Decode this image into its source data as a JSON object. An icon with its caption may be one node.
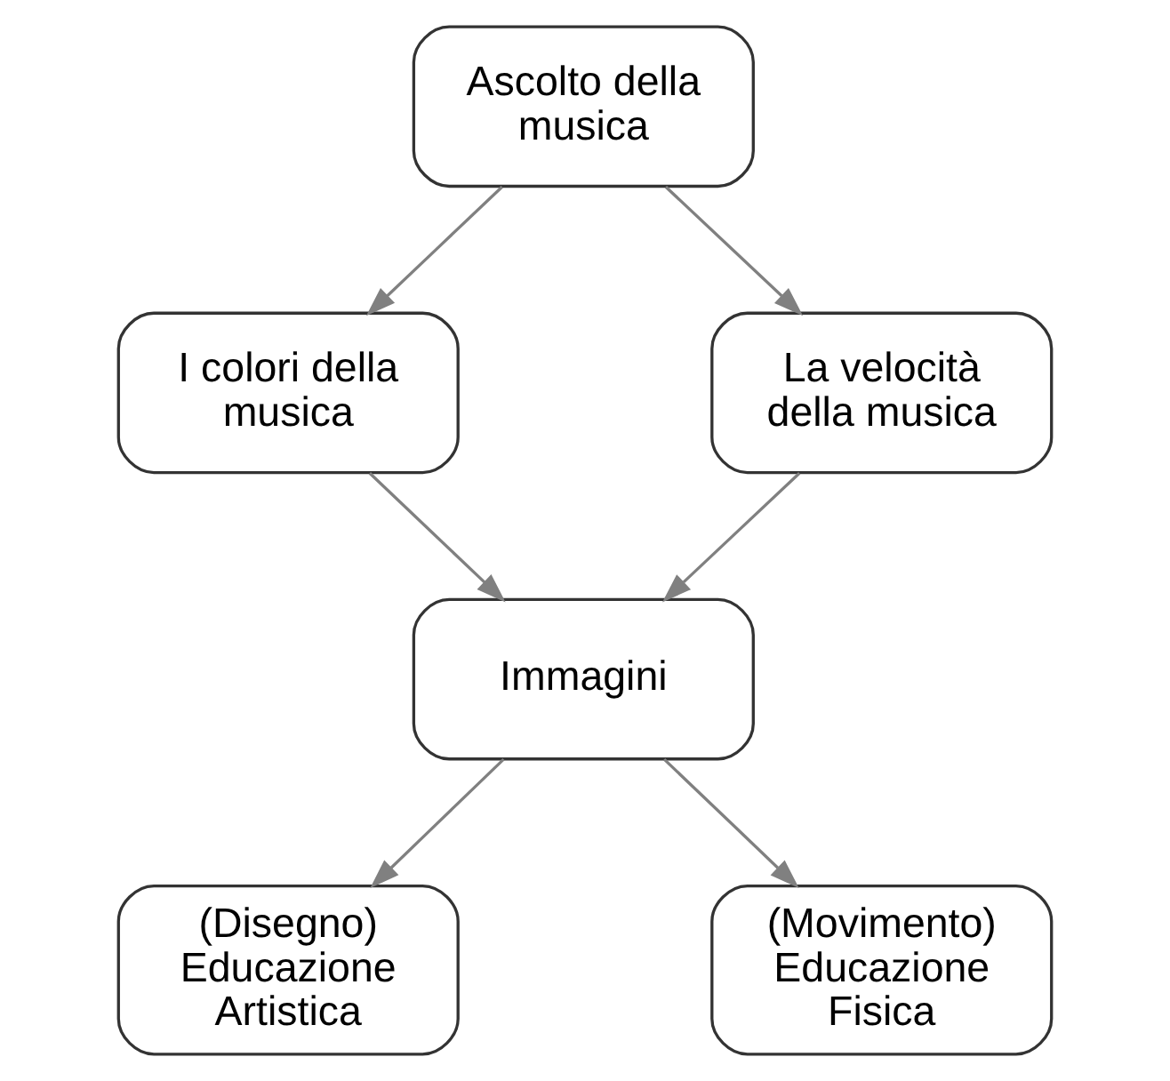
{
  "diagram": {
    "nodes": [
      {
        "text": [
          "Ascolto della musica"
        ]
      },
      {
        "text": [
          "I colori della musica"
        ]
      },
      {
        "text": [
          "La velocità della musica"
        ]
      },
      {
        "text": [
          "Immagini"
        ]
      },
      {
        "text": [
          "(Disegno) Educazione Artistica"
        ]
      },
      {
        "text": [
          "(Movimento) Educazione Fisica"
        ]
      }
    ],
    "edges": [
      {
        "from": 0,
        "to": 1,
        "arrow": "to"
      },
      {
        "from": 0,
        "to": 2,
        "arrow": "to"
      },
      {
        "from": 1,
        "to": 3,
        "arrow": "to"
      },
      {
        "from": 2,
        "to": 3,
        "arrow": "to"
      },
      {
        "from": 3,
        "to": 4,
        "arrow": "to"
      },
      {
        "from": 3,
        "to": 5,
        "arrow": "to"
      }
    ]
  }
}
